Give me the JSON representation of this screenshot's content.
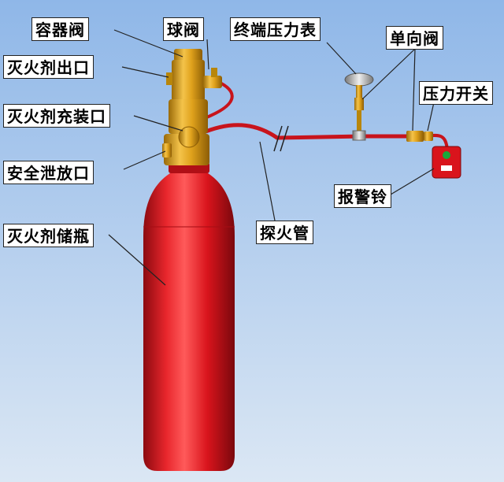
{
  "labels": {
    "container_valve": "容器阀",
    "ball_valve": "球阀",
    "end_pressure_gauge": "终端压力表",
    "check_valve": "单向阀",
    "extinguishant_outlet": "灭火剂出口",
    "pressure_switch": "压力开关",
    "extinguishant_fill_port": "灭火剂充装口",
    "safety_relief_port": "安全泄放口",
    "alarm_bell": "报警铃",
    "detection_tube": "探火管",
    "storage_cylinder": "灭火剂储瓶"
  },
  "colors": {
    "background_top": "#8fb7e8",
    "background_bottom": "#dbe7f4",
    "cylinder_red": "#d9141c",
    "brass": "#e0a21c",
    "tube_red": "#c8141c"
  }
}
